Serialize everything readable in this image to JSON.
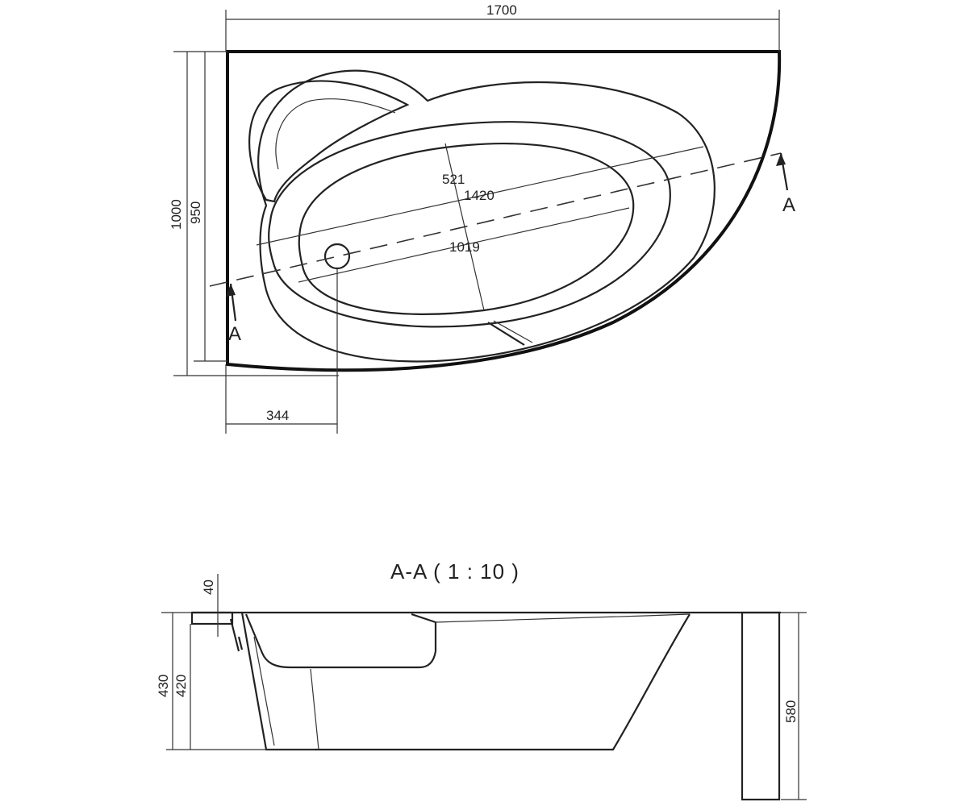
{
  "plan": {
    "dimensions": {
      "overall_length": "1700",
      "overall_width": "1000",
      "inner_width": "950",
      "drain_offset": "344",
      "basin_width": "521",
      "basin_length": "1420",
      "basin_bottom_length": "1019"
    },
    "section_markers": {
      "left": "A",
      "right": "A"
    }
  },
  "section": {
    "title": "A-A  ( 1 : 10 )",
    "dimensions": {
      "rim_thickness": "40",
      "height_outer": "430",
      "height_inner": "420",
      "total_height": "580"
    }
  }
}
